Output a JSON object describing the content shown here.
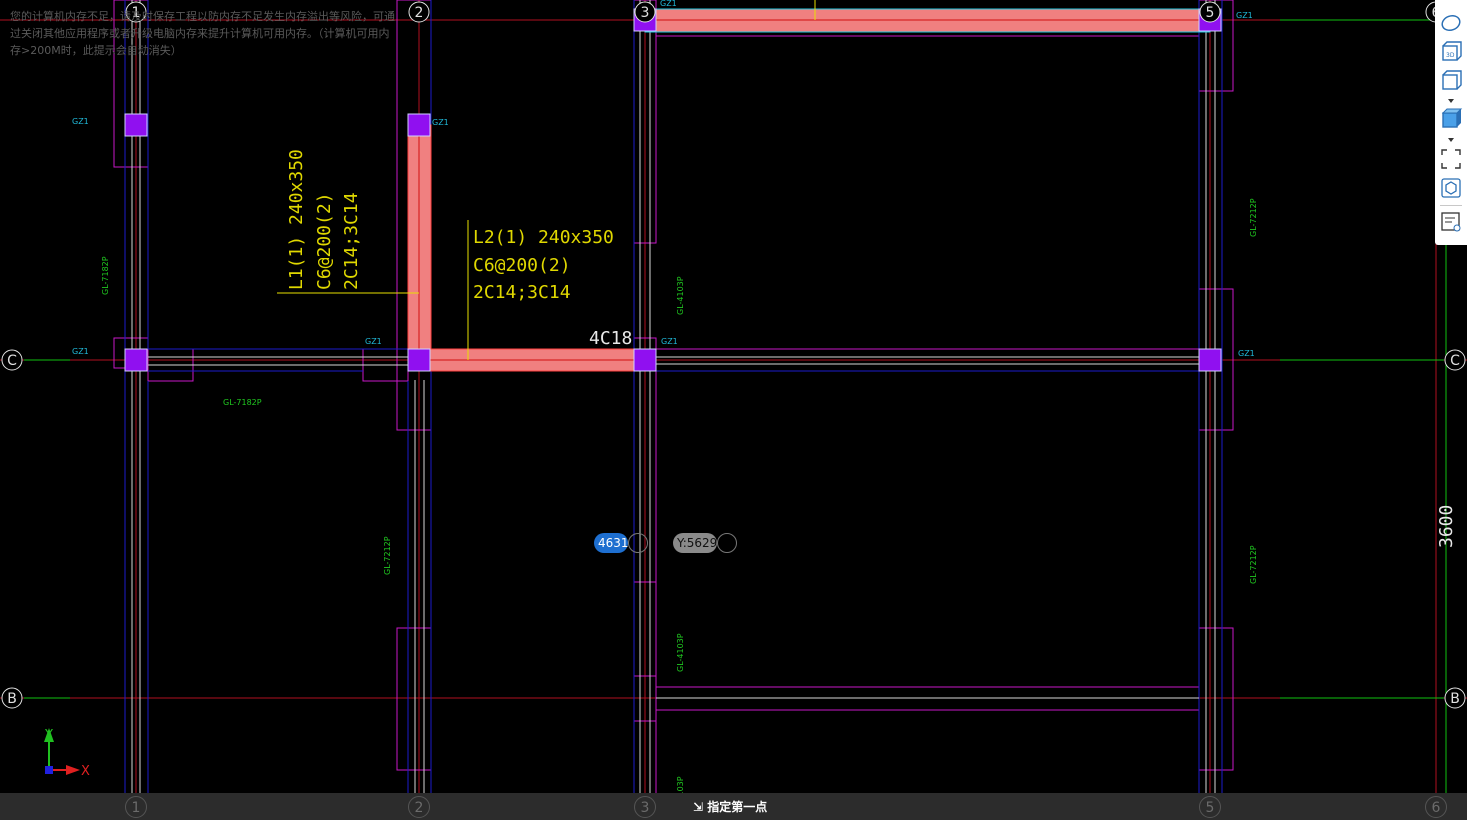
{
  "warning": {
    "text": "您的计算机内存不足，请及时保存工程以防内存不足发生内存溢出等风险，可通过关闭其他应用程序或者升级电脑内存来提升计算机可用内存。（计算机可用内存>200M时，此提示会自动消失）"
  },
  "grid_axes": {
    "vertical": [
      "1",
      "2",
      "3",
      "5",
      "6"
    ],
    "horizontal": [
      "C",
      "B"
    ]
  },
  "bottom_axes": [
    "1",
    "2",
    "3",
    "5",
    "6"
  ],
  "labels": {
    "gz": "GZ1",
    "gl_7182p": "GL-7182P",
    "gl_7212p": "GL-7212P",
    "gl_4103p": "GL-4103P",
    "dim_3600": "3600",
    "rebar_4c18": "4C18"
  },
  "beam_l1": {
    "line1": "L1(1) 240x350",
    "line2": "C6@200(2)",
    "line3": "2C14;3C14"
  },
  "beam_l2": {
    "line1": "L2(1) 240x350",
    "line2": "C6@200(2)",
    "line3": "2C14;3C14"
  },
  "coords": {
    "x_value": "4631",
    "y_value": "Y:5629"
  },
  "ucs": {
    "x": "X",
    "y": "Y"
  },
  "prompt": {
    "text": "指定第一点"
  },
  "toolbar": {
    "items": [
      "orbit-icon",
      "view-3d-icon",
      "box-view-icon",
      "solid-box-icon",
      "fullscreen-icon",
      "cube-select-icon",
      "layer-view-icon"
    ]
  },
  "colors": {
    "grid": "#d0161e",
    "magenta": "#d020d0",
    "blue": "#2020e0",
    "beam": "#f08080",
    "column": "#9010f0",
    "cyan": "#20c8e0",
    "green": "#20d020",
    "yellow": "#e8e000"
  }
}
